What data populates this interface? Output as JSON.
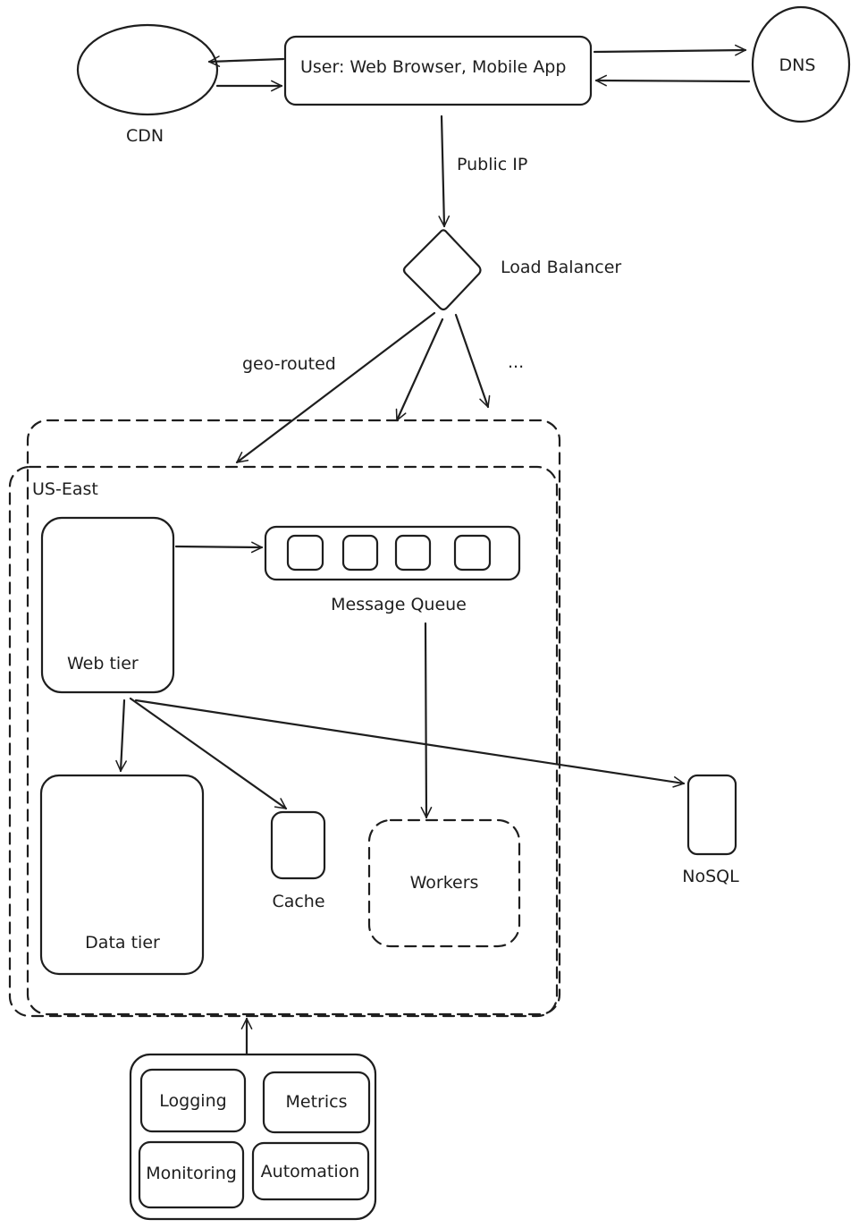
{
  "nodes": {
    "user": "User: Web Browser, Mobile App",
    "cdn": "CDN",
    "dns": "DNS",
    "load_balancer": "Load Balancer",
    "web_tier": "Web tier",
    "message_queue": "Message Queue",
    "data_tier": "Data tier",
    "cache": "Cache",
    "workers": "Workers",
    "nosql": "NoSQL",
    "logging": "Logging",
    "metrics": "Metrics",
    "monitoring": "Monitoring",
    "automation": "Automation"
  },
  "edges": {
    "public_ip": "Public IP",
    "geo_routed": "geo-routed",
    "ellipsis": "..."
  },
  "region": {
    "label": "US-East"
  },
  "colors": {
    "stroke": "#1e1e1e",
    "background": "#ffffff"
  }
}
